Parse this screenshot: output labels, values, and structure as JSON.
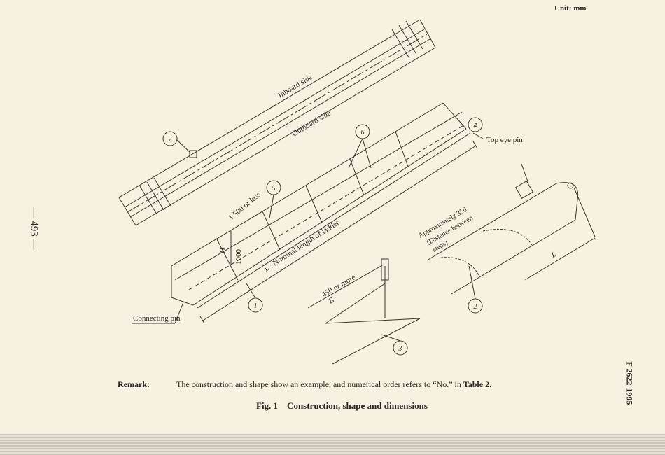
{
  "header": {
    "unit": "Unit: mm"
  },
  "page": {
    "number": "— 493 —",
    "doc_id": "F 2622-1995"
  },
  "figure": {
    "labels": {
      "inboard": "Inboard side",
      "outboard": "Outboard side",
      "top_eye_pin": "Top eye pin",
      "connecting_pin": "Connecting pin",
      "step_spacing": "1 500 or less",
      "h_symbol": "H",
      "h_value": "1000",
      "nominal_length": "L : Nominal length of ladder",
      "width_min": "450 or more",
      "b_symbol": "B",
      "approx_1": "Approximately 350",
      "approx_2": "(Distance between",
      "approx_3": "steps)",
      "l_symbol": "L"
    },
    "callouts": [
      "1",
      "2",
      "3",
      "4",
      "5",
      "6",
      "7"
    ]
  },
  "remark": {
    "label": "Remark:",
    "text_before": "The construction and shape show an example, and numerical order refers to “No.” in ",
    "table_ref": "Table 2."
  },
  "caption": "Fig. 1    Construction, shape and dimensions"
}
